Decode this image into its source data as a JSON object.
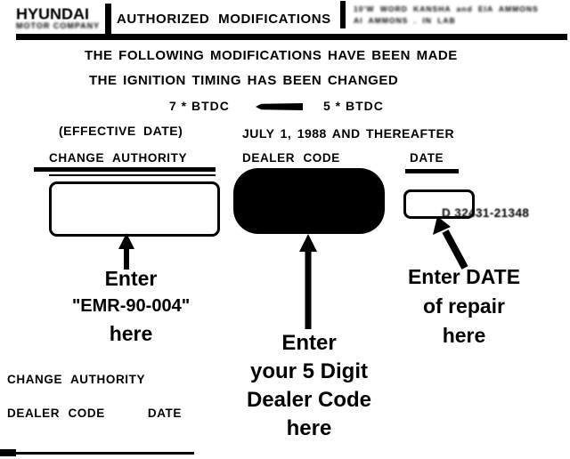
{
  "header": {
    "brand": "HYUNDAI",
    "brand_sub": "MOTOR COMPANY",
    "title": "AUTHORIZED MODIFICATIONS",
    "right_line1": "10'W WORD KANSHA and EIA AMMONS",
    "right_line2": "AI AMMONS . IN LAB"
  },
  "statements": {
    "line1": "THE FOLLOWING MODIFICATIONS HAVE BEEN MADE",
    "line2": "THE IGNITION TIMING HAS BEEN CHANGED"
  },
  "timing": {
    "from": "7 * BTDC",
    "to": "5 * BTDC"
  },
  "effective": {
    "label": "(EFFECTIVE DATE)",
    "value": "JULY 1, 1988  AND THEREAFTER"
  },
  "fields": {
    "change_authority_label": "CHANGE AUTHORITY",
    "dealer_code_label": "DEALER CODE",
    "date_label": "DATE",
    "part_number": "D 32431-21348"
  },
  "annotations": {
    "left": [
      "Enter",
      "\"EMR-90-004\"",
      "here"
    ],
    "middle": [
      "Enter",
      "your 5 Digit",
      "Dealer Code",
      "here"
    ],
    "right": [
      "Enter DATE",
      "of repair",
      "here"
    ]
  },
  "footer": {
    "change_authority": "CHANGE AUTHORITY",
    "dealer_code": "DEALER CODE",
    "date": "DATE"
  },
  "colors": {
    "ink": "#000000",
    "paper": "#ffffff"
  }
}
